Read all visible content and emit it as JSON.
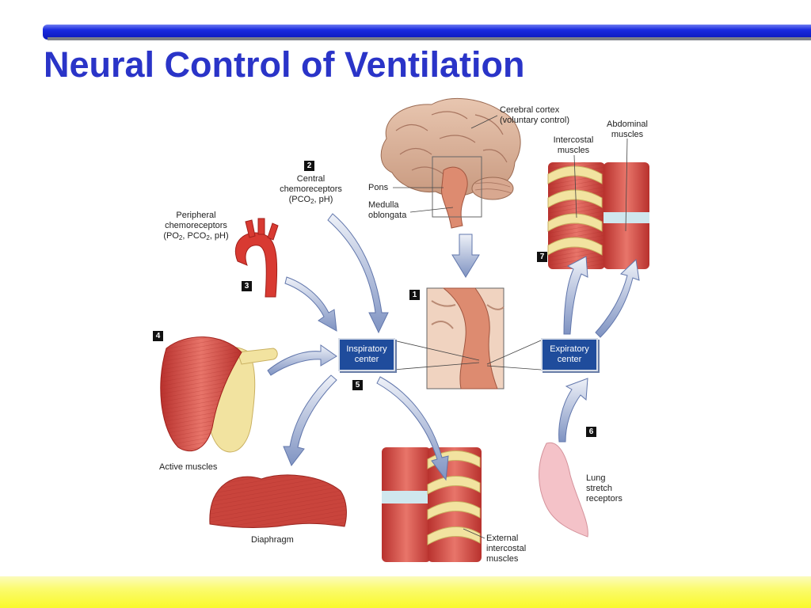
{
  "slide": {
    "title": "Neural Control of Ventilation"
  },
  "diagram": {
    "labels": {
      "cerebral_cortex_1": "Cerebral cortex",
      "cerebral_cortex_2": "(voluntary control)",
      "abdominal_1": "Abdominal",
      "abdominal_2": "muscles",
      "intercostal_1": "Intercostal",
      "intercostal_2": "muscles",
      "central_1": "Central",
      "central_2": "chemoreceptors",
      "central_3a": "(PCO",
      "central_3sub": "2",
      "central_3b": ", pH)",
      "pons": "Pons",
      "medulla_1": "Medulla",
      "medulla_2": "oblongata",
      "peripheral_1": "Peripheral",
      "peripheral_2": "chemoreceptors",
      "peripheral_3a": "(PO",
      "peripheral_3sub1": "2",
      "peripheral_3b": ", PCO",
      "peripheral_3sub2": "2",
      "peripheral_3c": ", pH)",
      "active_muscles": "Active muscles",
      "diaphragm": "Diaphragm",
      "lung_1": "Lung",
      "lung_2": "stretch",
      "lung_3": "receptors",
      "external_1": "External",
      "external_2": "intercostal",
      "external_3": "muscles"
    },
    "centers": {
      "inspiratory_1": "Inspiratory",
      "inspiratory_2": "center",
      "expiratory_1": "Expiratory",
      "expiratory_2": "center"
    },
    "badges": [
      "1",
      "2",
      "3",
      "4",
      "5",
      "6",
      "7"
    ],
    "colors": {
      "title": "#2a34c8",
      "center_box": "#1f4c9c",
      "muscle": "#d9524a",
      "bone": "#f2e3a0",
      "arrow": "#8a9cc8"
    }
  }
}
